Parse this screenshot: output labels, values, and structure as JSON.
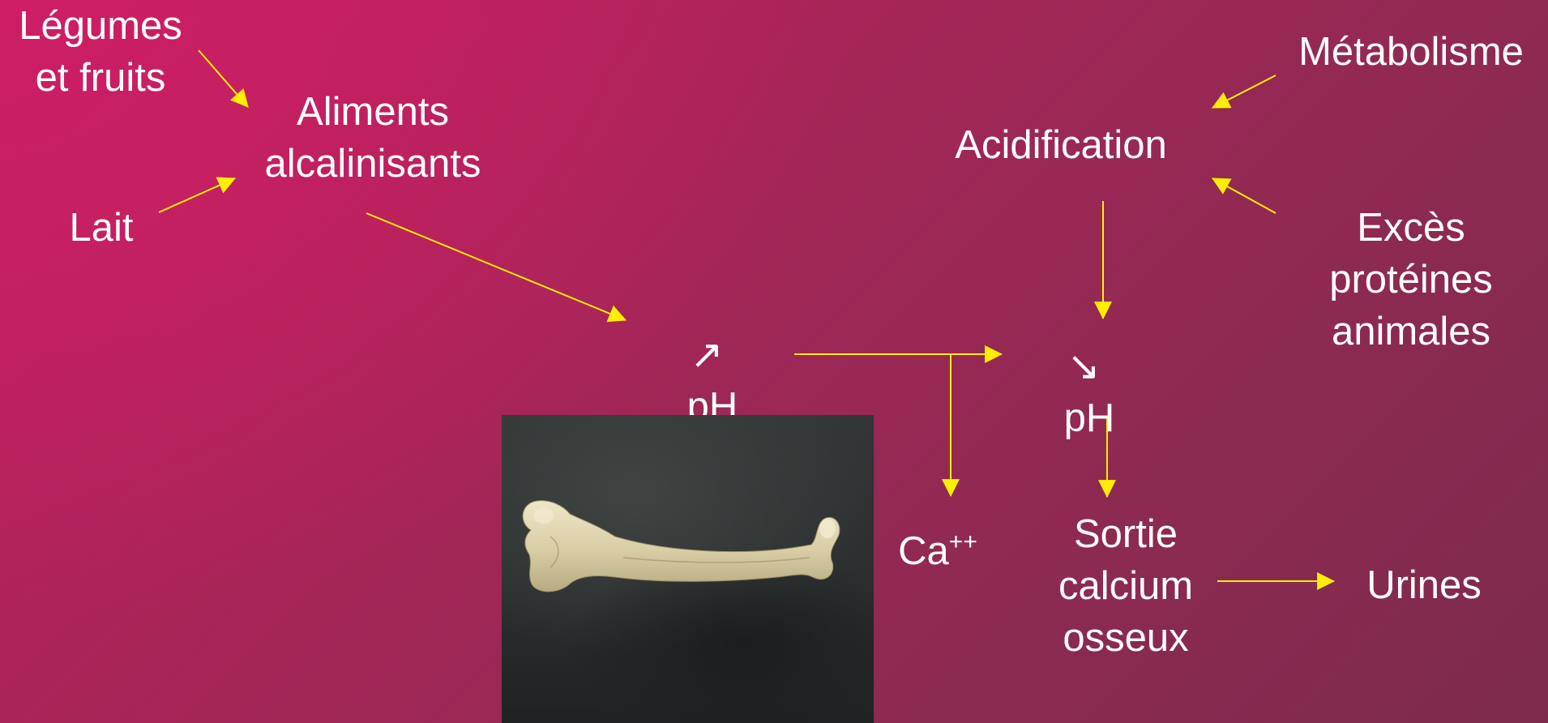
{
  "nodes": {
    "legumes": [
      "Légumes",
      "et fruits"
    ],
    "lait": "Lait",
    "aliments": [
      "Aliments",
      "alcalinisants"
    ],
    "ph_up": {
      "symbol": "↗",
      "text": "pH"
    },
    "ph_down": {
      "symbol": "↘",
      "text": "pH"
    },
    "metabolisme": "Métabolisme",
    "acidification": "Acidification",
    "exces": [
      "Excès",
      "protéines",
      "animales"
    ],
    "calcium": {
      "base": "Ca",
      "superscript": "++"
    },
    "sortie": [
      "Sortie",
      "calcium",
      "osseux"
    ],
    "urines": "Urines"
  },
  "image": {
    "subject": "femur-bone",
    "background": "dark-slate"
  },
  "colors": {
    "bg_top_left": "#ce1e66",
    "bg_bottom_right": "#7d2b4d",
    "text": "#ffffff",
    "arrow": "#ffee00"
  }
}
